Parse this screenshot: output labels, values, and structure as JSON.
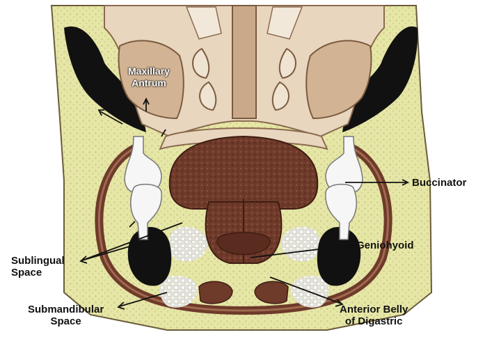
{
  "labels": {
    "maxillary_antrum": [
      "Maxillary",
      "Antrum"
    ],
    "buccinator": "Buccinator",
    "geniohyoid": "Geniohyoid",
    "sublingual_space": [
      "Sublingual",
      "Space"
    ],
    "submandibular_space": [
      "Submandibular",
      "Space"
    ],
    "anterior_belly_of_digastric": [
      "Anterior Belly",
      "of Digastric"
    ]
  },
  "colors": {
    "fat": "#e6e6a6",
    "fat_dot": "#c9c98a",
    "bone": "#e8d6bf",
    "bone_edge": "#8a6a4e",
    "muscle": "#6e3a2a",
    "muscle_dark": "#4a2418",
    "tooth": "#f4f4f4",
    "gland": "#111111",
    "leader": "#111111"
  }
}
